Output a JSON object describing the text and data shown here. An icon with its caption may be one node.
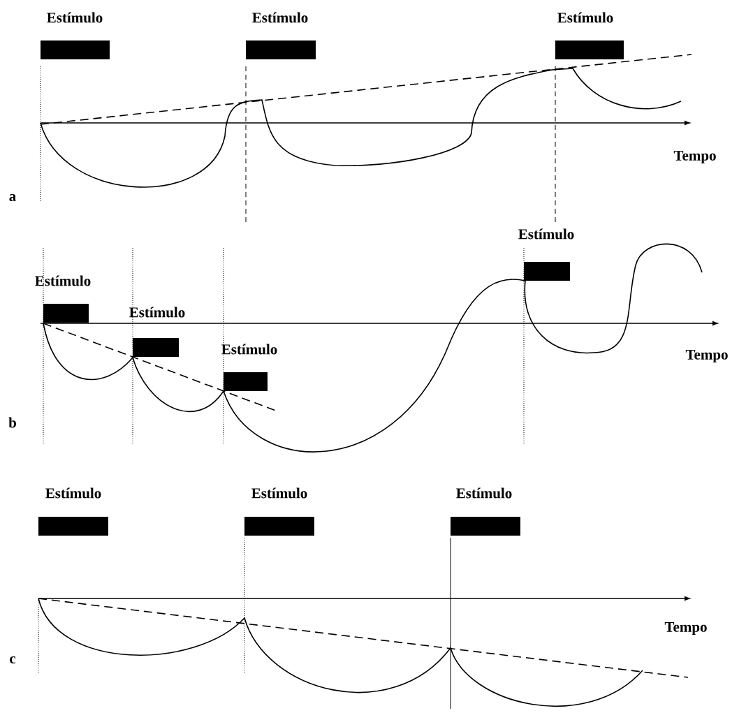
{
  "diagram": {
    "nodes": [
      {
        "text": [],
        "shape": "bar"
      },
      {
        "text": [],
        "shape": "bar"
      },
      {
        "text": [],
        "shape": "bar"
      },
      {
        "text": [],
        "shape": "bar"
      },
      {
        "text": [],
        "shape": "bar"
      },
      {
        "text": [],
        "shape": "bar"
      },
      {
        "text": [],
        "shape": "bar"
      },
      {
        "text": [],
        "shape": "bar"
      },
      {
        "text": [],
        "shape": "bar"
      },
      {
        "text": [],
        "shape": "bar"
      }
    ],
    "labels": [
      "Estímulo",
      "Estímulo",
      "Estímulo",
      "Tempo",
      "a",
      "Estímulo",
      "Estímulo",
      "Estímulo",
      "Estímulo",
      "Tempo",
      "b",
      "Estímulo",
      "Estímulo",
      "Estímulo",
      "Tempo",
      "c"
    ]
  }
}
